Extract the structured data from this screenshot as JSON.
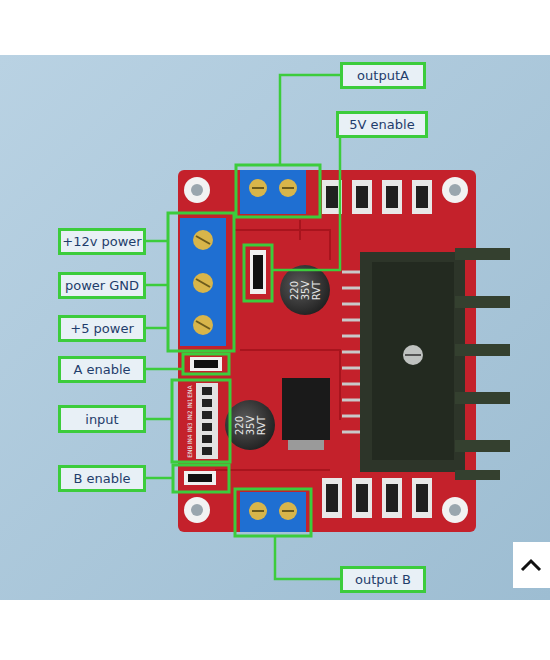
{
  "diagram": {
    "nodes": [
      {
        "text": [
          "outputA"
        ]
      },
      {
        "text": [
          "5V enable"
        ]
      },
      {
        "text": [
          "+12v power"
        ]
      },
      {
        "text": [
          "power GND"
        ]
      },
      {
        "text": [
          "+5 power"
        ]
      },
      {
        "text": [
          "A enable"
        ]
      },
      {
        "text": [
          "input"
        ]
      },
      {
        "text": [
          "B enable"
        ]
      },
      {
        "text": [
          "output B"
        ]
      }
    ],
    "labels": [
      "220 35V RVT",
      "220 35V RVT",
      "ENA",
      "IN1",
      "IN2",
      "IN3",
      "IN4",
      "ENB"
    ]
  }
}
